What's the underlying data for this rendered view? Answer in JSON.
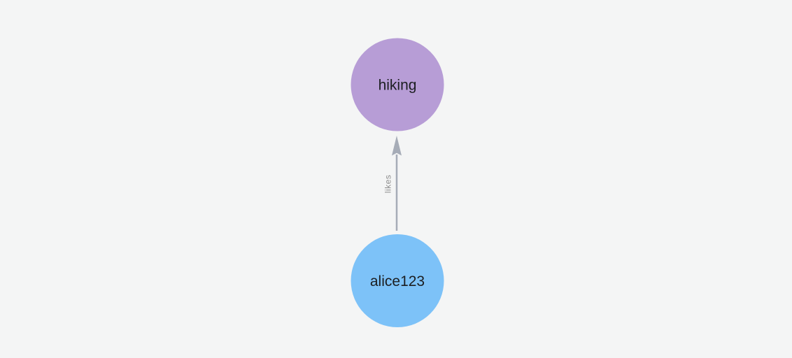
{
  "canvas": {
    "background_color": "#f4f5f5"
  },
  "graph": {
    "type": "directed-graph",
    "nodes": [
      {
        "id": "hiking",
        "label": "hiking",
        "color": "#b79dd6",
        "text_color": "#1c1e21"
      },
      {
        "id": "alice123",
        "label": "alice123",
        "color": "#7dc2f8",
        "text_color": "#1c1e21"
      }
    ],
    "edges": [
      {
        "label": "likes",
        "source": "alice123",
        "target": "hiking",
        "color": "#a6acb7",
        "label_color": "#8f8f8f"
      }
    ]
  }
}
